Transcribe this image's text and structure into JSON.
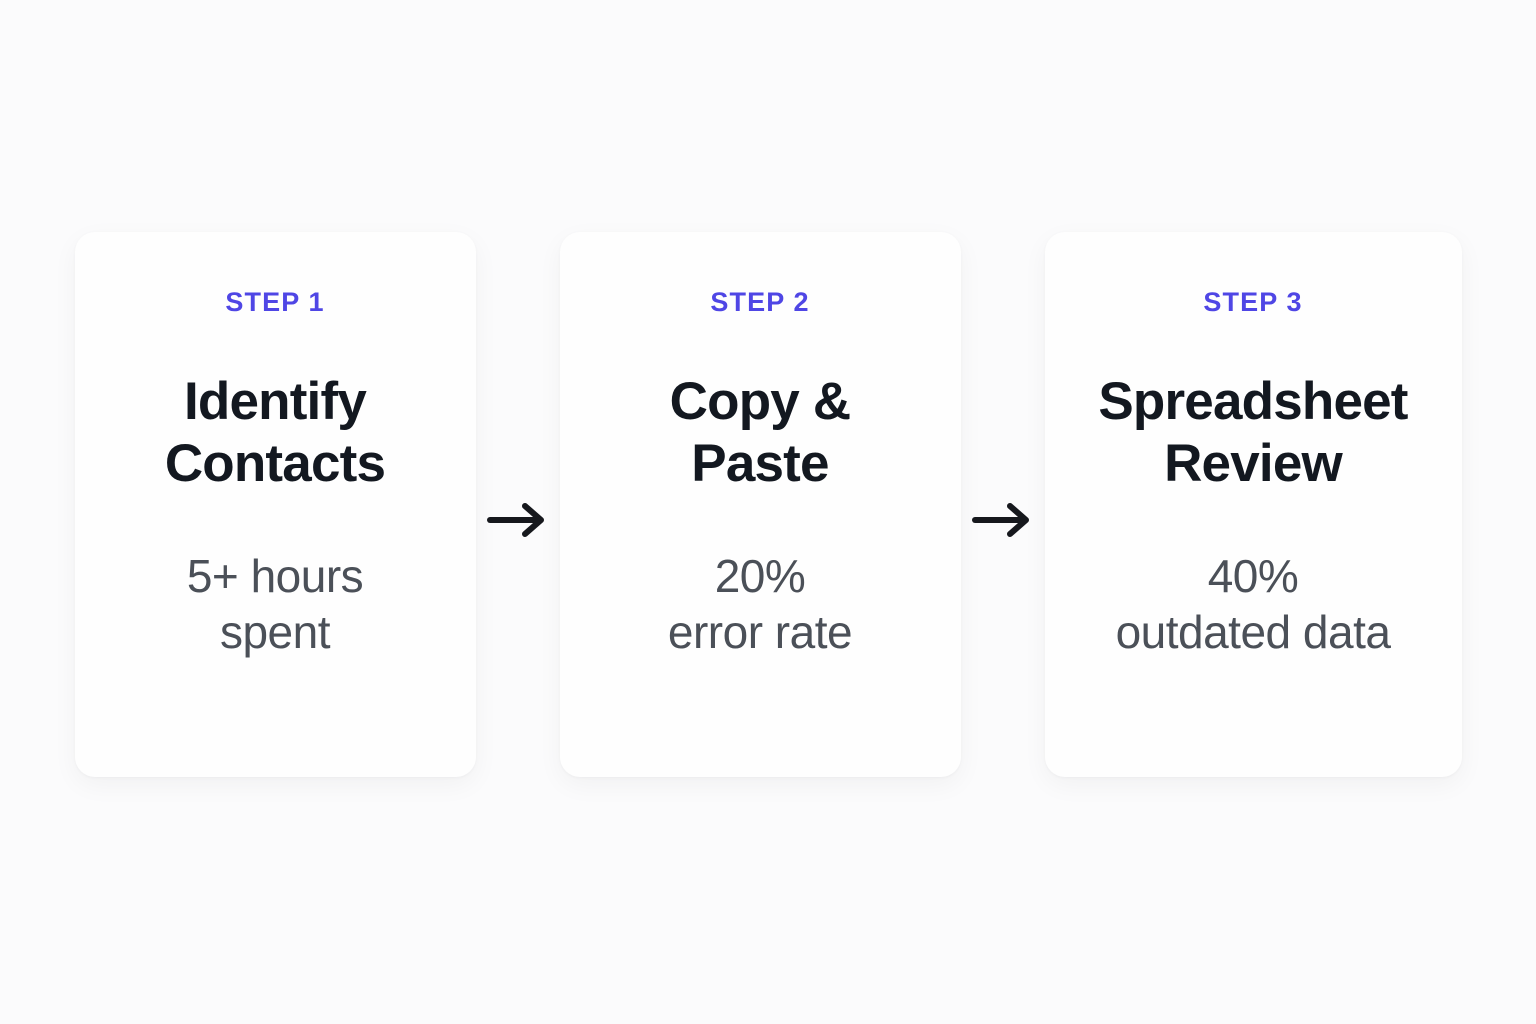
{
  "theme": {
    "background": "#fbfbfc",
    "card_background": "#fefefe",
    "accent": "#4f46e5",
    "title_color": "#131820",
    "metric_color": "#4b5058",
    "arrow_color": "#16181d"
  },
  "flow": {
    "steps": [
      {
        "step_label": "STEP 1",
        "title_line1": "Identify",
        "title_line2": "Contacts",
        "metric_line1": "5+ hours",
        "metric_line2": "spent"
      },
      {
        "step_label": "STEP 2",
        "title_line1": "Copy &",
        "title_line2": "Paste",
        "metric_line1": "20%",
        "metric_line2": "error rate"
      },
      {
        "step_label": "STEP 3",
        "title_line1": "Spreadsheet",
        "title_line2": "Review",
        "metric_line1": "40%",
        "metric_line2": "outdated data"
      }
    ],
    "connectors": [
      {
        "icon": "arrow-right-icon"
      },
      {
        "icon": "arrow-right-icon"
      }
    ]
  }
}
